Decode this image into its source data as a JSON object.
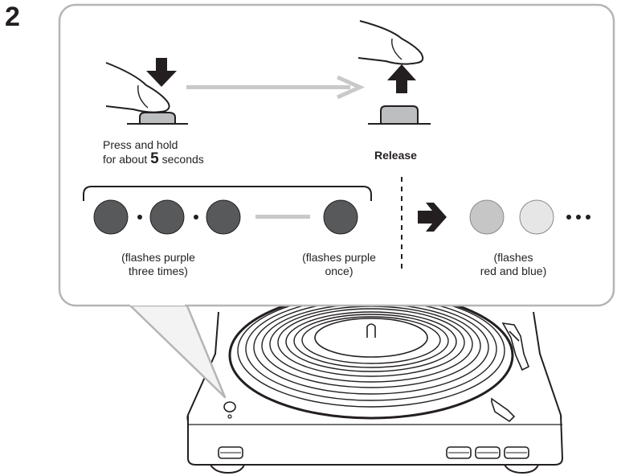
{
  "step": {
    "number": "2"
  },
  "press": {
    "line1": "Press and hold",
    "line2_prefix": "for about ",
    "seconds_value": "5",
    "line2_suffix": " seconds"
  },
  "release": {
    "label": "Release"
  },
  "indicator": {
    "caption_three_times": {
      "line1": "(flashes purple",
      "line2": "three times)"
    },
    "caption_once": {
      "line1": "(flashes purple",
      "line2": "once)"
    },
    "caption_red_blue": {
      "line1": "(flashes",
      "line2": "red and blue)"
    }
  },
  "colors": {
    "line": "#231f20",
    "panel_border": "#b5b5b5",
    "arrow_gray": "#c9c9c9",
    "purple_flash": "#58595b",
    "red_flash": "#c6c6c6",
    "blue_flash": "#e6e6e6",
    "button_fill": "#bcbec0",
    "arrow_dark": "#231f20"
  }
}
